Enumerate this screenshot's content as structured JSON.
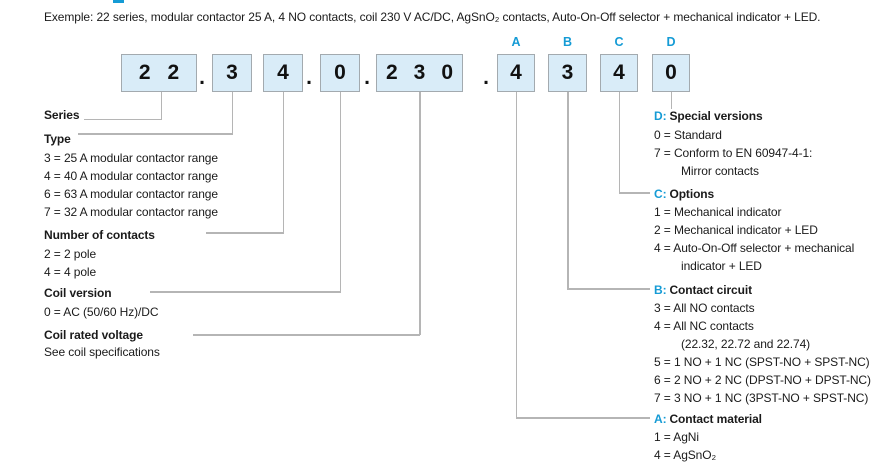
{
  "example_line": "Exemple: 22 series, modular contactor 25 A, 4 NO contacts, coil 230 V AC/DC, AgSnO₂ contacts, Auto-On-Off selector + mechanical indicator + LED.",
  "code": {
    "series": "22",
    "type": "3",
    "contacts": "4",
    "coil_version": "0",
    "voltage": "230",
    "a": "4",
    "b": "3",
    "c": "4",
    "d": "0",
    "separator": ".",
    "letters": [
      "A",
      "B",
      "C",
      "D"
    ]
  },
  "left_sections": [
    {
      "title": "Series",
      "items": []
    },
    {
      "title": "Type",
      "items": [
        "3 = 25 A modular contactor range",
        "4 = 40 A modular contactor range",
        "6 = 63 A modular contactor range",
        "7 = 32 A modular contactor range"
      ]
    },
    {
      "title": "Number of contacts",
      "items": [
        "2 = 2 pole",
        "4 = 4 pole"
      ]
    },
    {
      "title": "Coil version",
      "items": [
        "0 = AC (50/60 Hz)/DC"
      ]
    },
    {
      "title": "Coil rated voltage",
      "items": [
        "See coil specifications"
      ]
    }
  ],
  "right_sections": [
    {
      "letter": "D:",
      "title": "Special versions",
      "items": [
        "0 = Standard",
        "7 = Conform to EN 60947-4-1:",
        "Mirror contacts"
      ]
    },
    {
      "letter": "C:",
      "title": "Options",
      "items": [
        "1 = Mechanical indicator",
        "2 = Mechanical indicator + LED",
        "4 = Auto-On-Off selector + mechanical",
        "indicator + LED"
      ]
    },
    {
      "letter": "B:",
      "title": "Contact circuit",
      "items": [
        "3 = All NO contacts",
        "4 = All NC contacts",
        "(22.32, 22.72 and 22.74)",
        "5 = 1 NO + 1 NC (SPST-NO + SPST-NC)",
        "6 = 2 NO + 2 NC (DPST-NO + DPST-NC)",
        "7 = 3 NO + 1 NC (3PST-NO + SPST-NC)"
      ]
    },
    {
      "letter": "A:",
      "title": "Contact material",
      "items": [
        "1 = AgNi",
        "4 = AgSnO₂"
      ]
    }
  ],
  "colors": {
    "accent": "#159bd5",
    "box_fill": "#d9ecf8",
    "box_border": "#a3aaaf",
    "connector_line": "#b5b5b5",
    "text": "#1a1a1a"
  }
}
